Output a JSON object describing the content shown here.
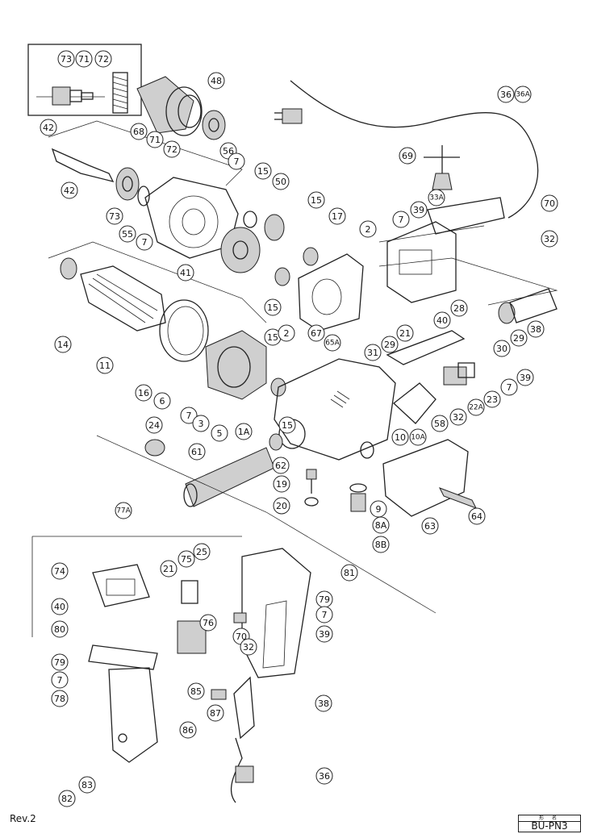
{
  "diagram": {
    "callouts": [
      "73",
      "71",
      "72",
      "48",
      "42",
      "68",
      "71",
      "72",
      "56",
      "7",
      "42",
      "73",
      "15",
      "50",
      "15",
      "17",
      "2",
      "7",
      "39",
      "33A",
      "36",
      "36A",
      "69",
      "70",
      "32",
      "55",
      "7",
      "41",
      "15",
      "15",
      "14",
      "11",
      "16",
      "2",
      "67",
      "65A",
      "31",
      "29",
      "21",
      "28",
      "40",
      "38",
      "30",
      "29",
      "7",
      "39",
      "23",
      "22A",
      "32",
      "58",
      "10",
      "10A",
      "6",
      "7",
      "3",
      "5",
      "1A",
      "15",
      "24",
      "61",
      "62",
      "19",
      "20",
      "9",
      "8A",
      "8B",
      "63",
      "64",
      "77A",
      "25",
      "75",
      "21",
      "74",
      "40",
      "80",
      "76",
      "70",
      "32",
      "81",
      "79",
      "7",
      "39",
      "79",
      "7",
      "78",
      "85",
      "87",
      "86",
      "38",
      "82",
      "83",
      "36"
    ]
  },
  "footer": {
    "revision": "Rev.2",
    "model_header": "形 名",
    "model_name": "BU-PN3"
  }
}
